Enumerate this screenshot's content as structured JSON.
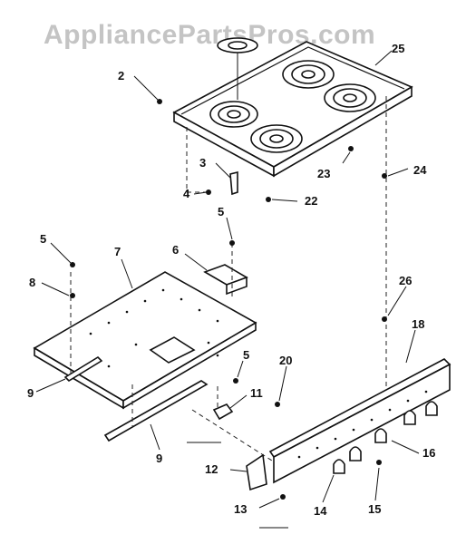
{
  "watermark": "AppliancePartsPros.com",
  "callouts": {
    "c2": "2",
    "c25": "25",
    "c3": "3",
    "c23": "23",
    "c24": "24",
    "c4": "4",
    "c22": "22",
    "c5a": "5",
    "c5b": "5",
    "c6": "6",
    "c7": "7",
    "c8": "8",
    "c26": "26",
    "c18a": "18",
    "c5c": "5",
    "c20": "20",
    "c9a": "9",
    "c11": "11",
    "c9b": "9",
    "c12": "12",
    "c16": "16",
    "c13": "13",
    "c14": "14",
    "c15": "15"
  }
}
